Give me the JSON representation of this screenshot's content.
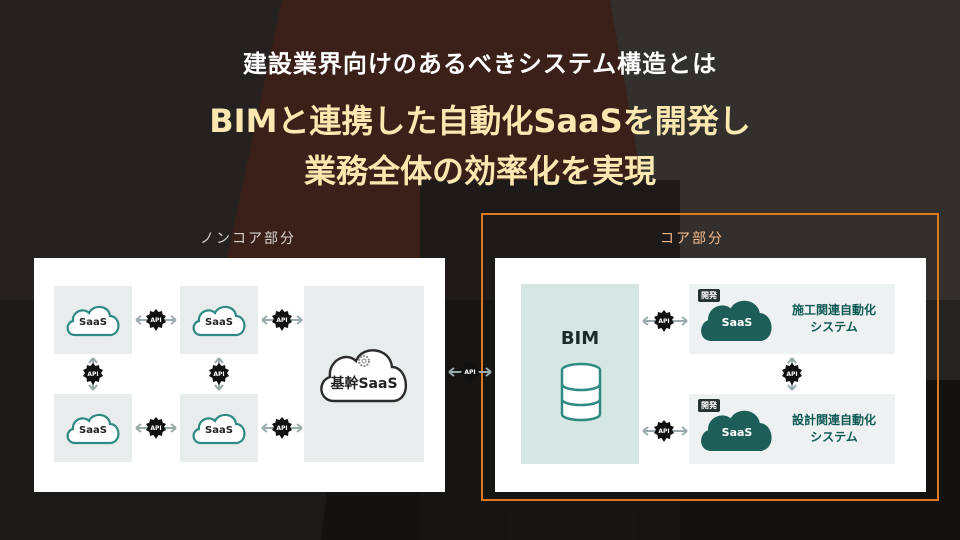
{
  "headline": {
    "line1": "建設業界向けのあるべきシステム構造とは",
    "line2": "BIMと連携した自動化SaaSを開発し",
    "line3": "業務全体の効率化を実現"
  },
  "sections": {
    "noncore": "ノンコア部分",
    "core": "コア部分"
  },
  "noncore": {
    "saas_label": "SaaS",
    "core_saas_label": "基幹SaaS",
    "api_label": "API"
  },
  "core": {
    "bim_label": "BIM",
    "systems": [
      {
        "badge": "開発",
        "cloud_label": "SaaS",
        "line1": "施工関連自動化",
        "line2": "システム"
      },
      {
        "badge": "開発",
        "cloud_label": "SaaS",
        "line1": "設計関連自動化",
        "line2": "システム"
      }
    ],
    "api_label": "API"
  },
  "colors": {
    "accent_orange": "#e0781e",
    "headline_cream": "#fbe7b0",
    "teal_dark": "#1d5e59",
    "teal_light": "#d6e6e3"
  }
}
